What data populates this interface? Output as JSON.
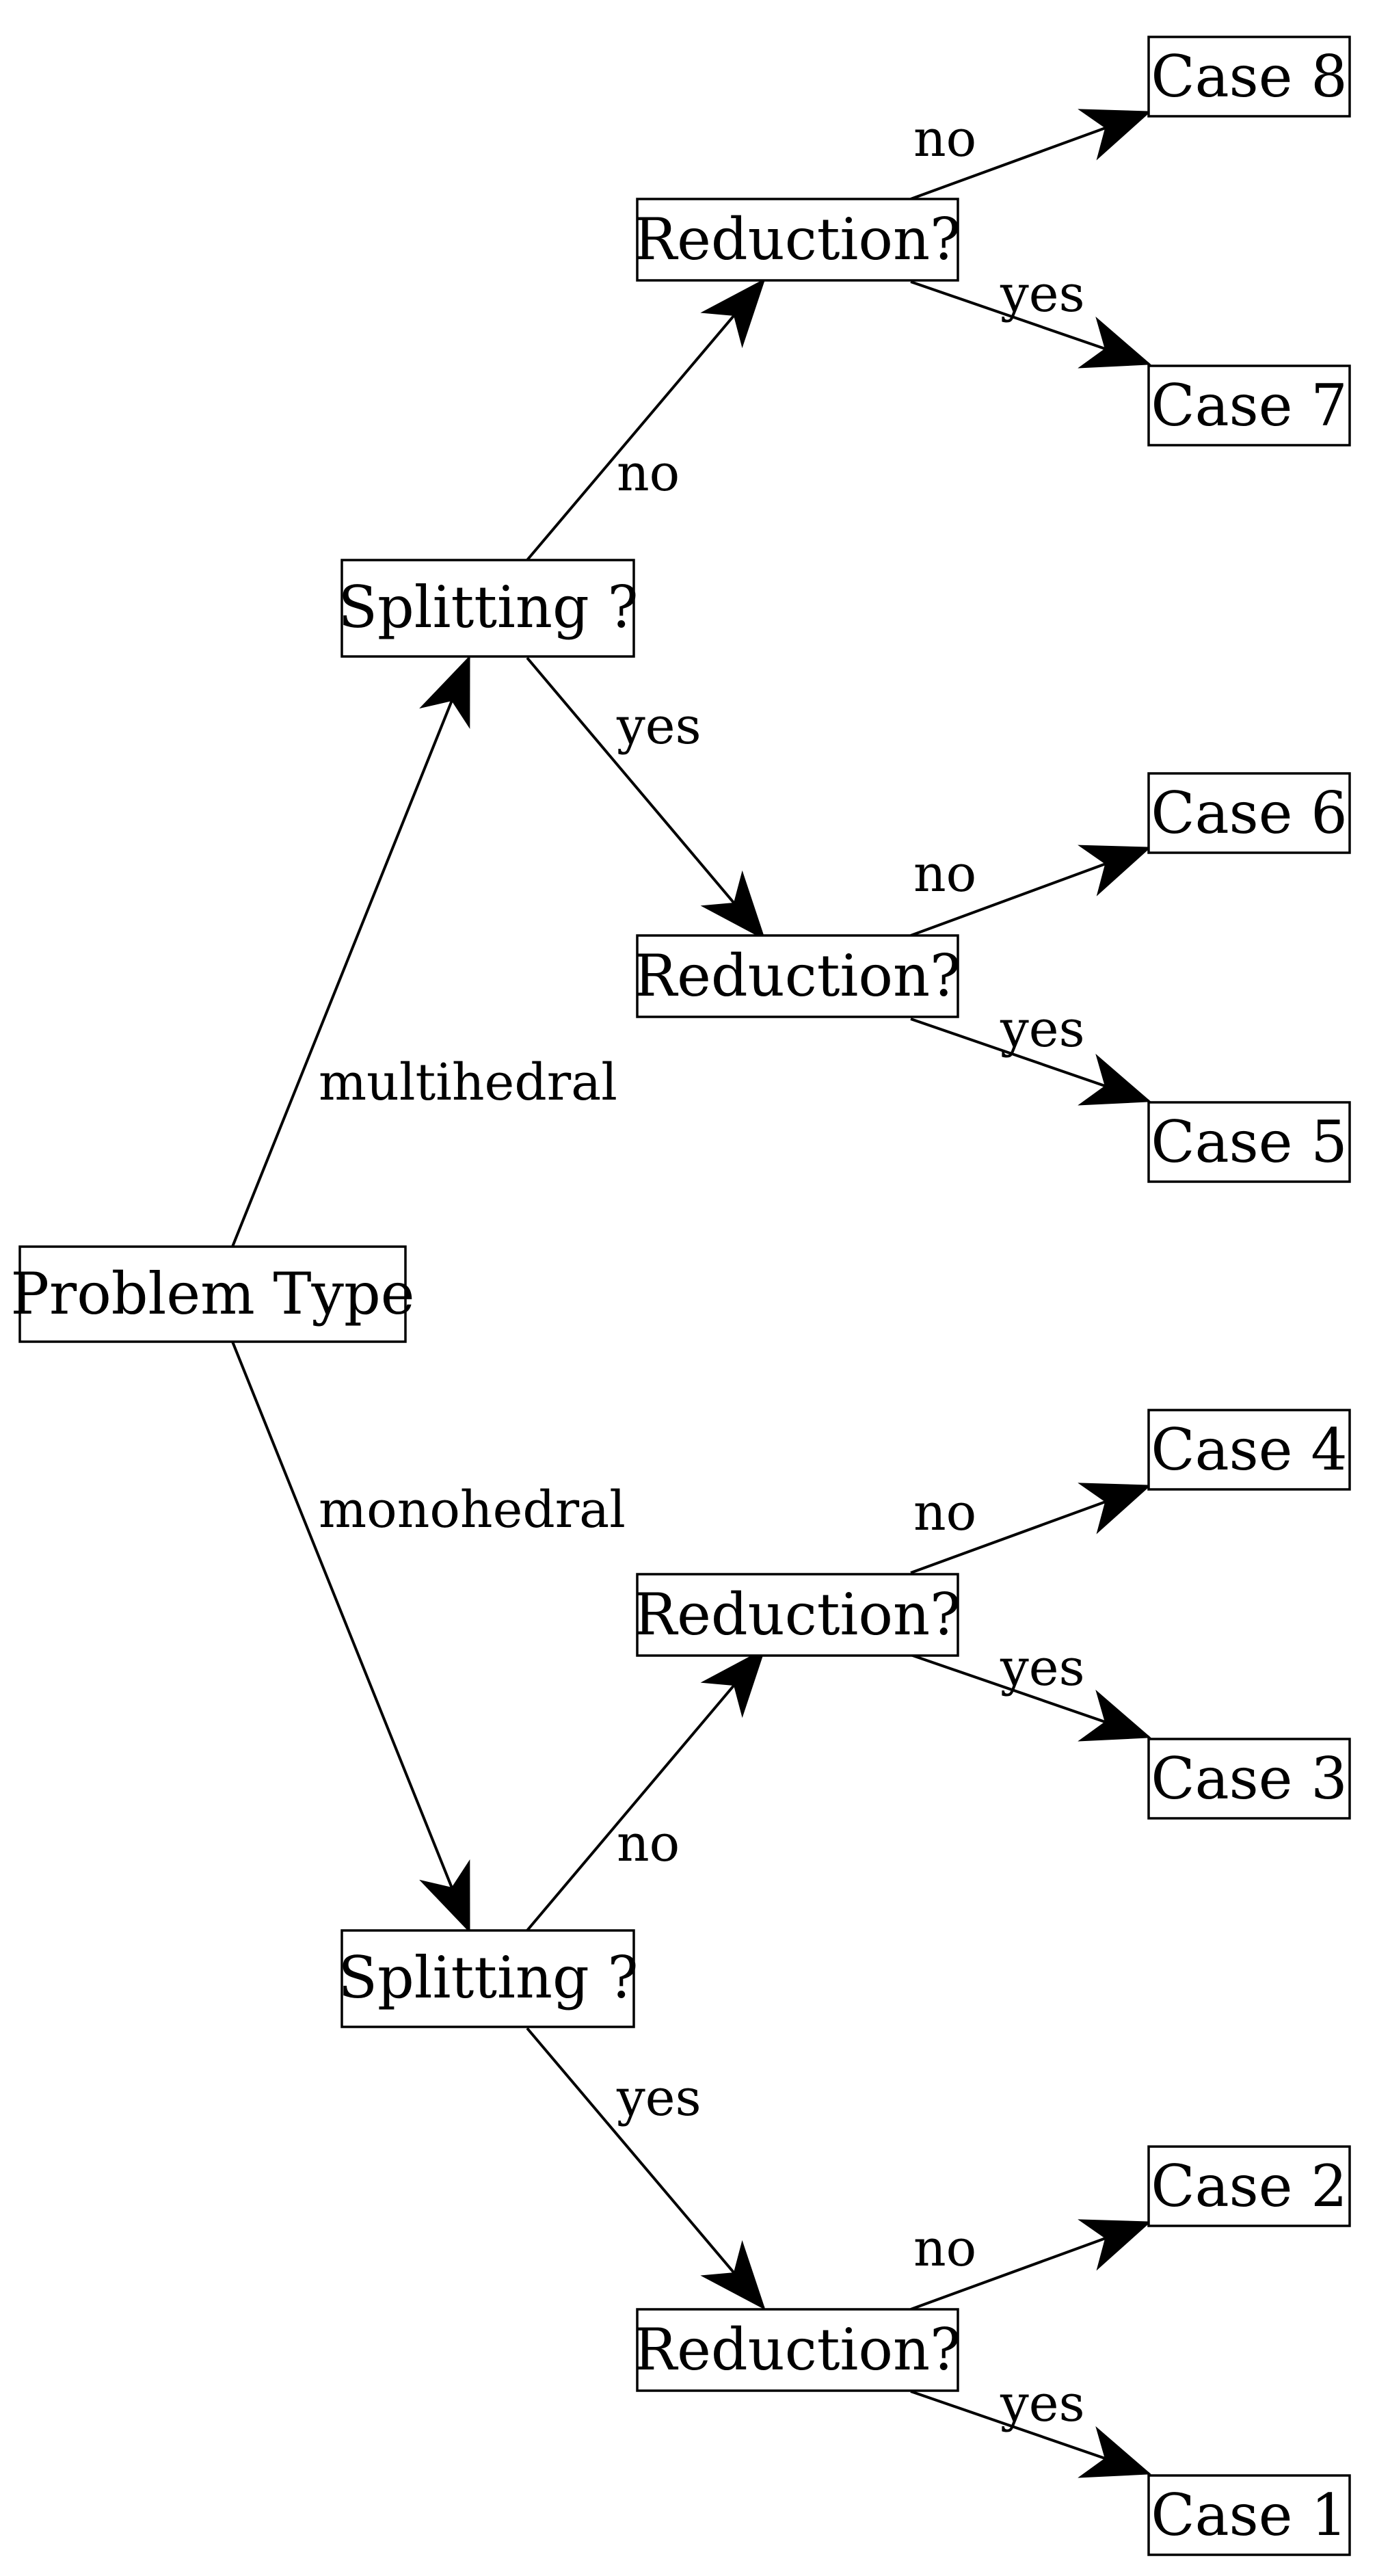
{
  "nodes": {
    "root": "Problem Type",
    "split_multi": "Splitting ?",
    "split_mono": "Splitting ?",
    "red_multi_no": "Reduction?",
    "red_multi_yes": "Reduction?",
    "red_mono_no": "Reduction?",
    "red_mono_yes": "Reduction?",
    "case8": "Case 8",
    "case7": "Case 7",
    "case6": "Case 6",
    "case5": "Case 5",
    "case4": "Case 4",
    "case3": "Case 3",
    "case2": "Case 2",
    "case1": "Case 1"
  },
  "edges": {
    "root_multi": "multihedral",
    "root_mono": "monohedral",
    "split_multi_no": "no",
    "split_multi_yes": "yes",
    "split_mono_no": "no",
    "split_mono_yes": "yes",
    "red_multi_no_no": "no",
    "red_multi_no_yes": "yes",
    "red_multi_yes_no": "no",
    "red_multi_yes_yes": "yes",
    "red_mono_no_no": "no",
    "red_mono_no_yes": "yes",
    "red_mono_yes_no": "no",
    "red_mono_yes_yes": "yes"
  },
  "colors": {
    "stroke": "#000000",
    "background": "#ffffff"
  }
}
